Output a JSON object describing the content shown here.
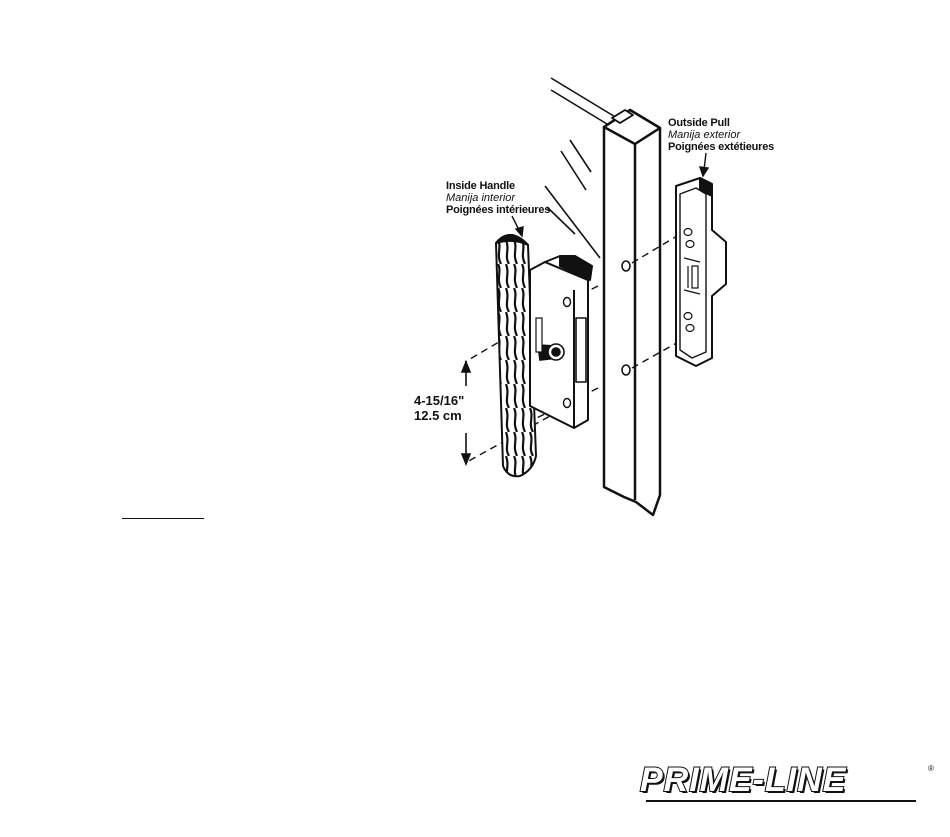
{
  "labels": {
    "inside_handle": {
      "en": "Inside Handle",
      "es": "Manija interior",
      "fr": "Poignées intérieures"
    },
    "outside_pull": {
      "en": "Outside Pull",
      "es": "Manija exterior",
      "fr": "Poignées extétieures"
    },
    "dimension": {
      "imperial": "4-15/16\"",
      "metric": "12.5 cm"
    }
  },
  "brand": {
    "name": "PRIME-LINE",
    "registered_mark": "®"
  }
}
